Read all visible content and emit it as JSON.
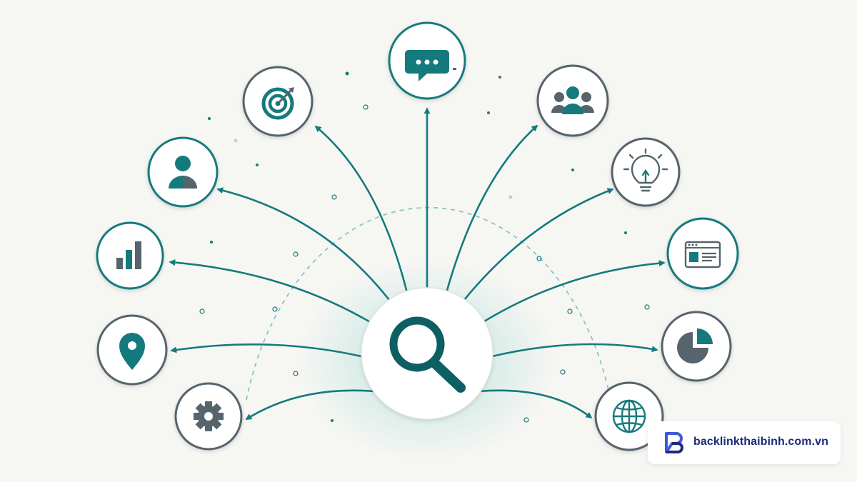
{
  "colors": {
    "background": "#f6f6f3",
    "teal": "#157a7d",
    "teal_dark": "#0e5f63",
    "slate": "#56646d",
    "circle_fill": "#ffffff",
    "brand_blue": "#1b2a7a",
    "brand_accent": "#3b5bd9"
  },
  "center": {
    "icon": "magnifying-glass-icon"
  },
  "nodes": [
    {
      "name": "chat-node",
      "icon": "chat-bubble-icon"
    },
    {
      "name": "team-node",
      "icon": "users-icon"
    },
    {
      "name": "idea-node",
      "icon": "lightbulb-icon"
    },
    {
      "name": "webpage-node",
      "icon": "browser-window-icon"
    },
    {
      "name": "report-node",
      "icon": "pie-chart-icon"
    },
    {
      "name": "global-node",
      "icon": "globe-icon"
    },
    {
      "name": "target-node",
      "icon": "target-icon"
    },
    {
      "name": "user-node",
      "icon": "user-icon"
    },
    {
      "name": "analytics-node",
      "icon": "bar-chart-icon"
    },
    {
      "name": "location-node",
      "icon": "map-pin-icon"
    },
    {
      "name": "settings-node",
      "icon": "gear-icon"
    }
  ],
  "brand": {
    "text": "backlinkthaibinh.com.vn",
    "logo_icon": "letter-b-logo-icon"
  }
}
